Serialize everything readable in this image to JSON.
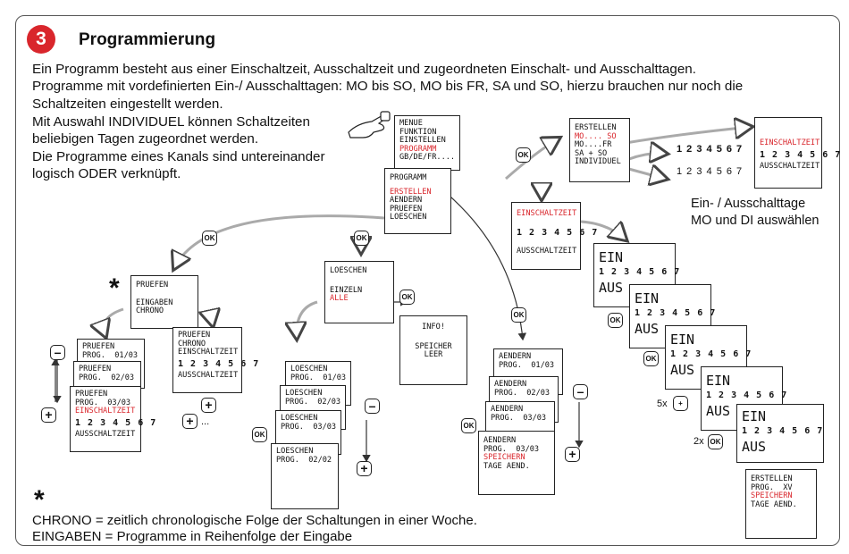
{
  "step_number": "3",
  "title": "Programmierung",
  "intro_lines": [
    "Ein Programm besteht aus einer Einschaltzeit, Ausschaltzeit und zugeordneten Einschalt- und Ausschalttagen.",
    "Programme mit vordefinierten Ein-/ Ausschalttagen: MO bis SO, MO bis FR, SA und SO, hierzu brauchen nur noch die",
    "Schaltzeiten eingestellt werden."
  ],
  "side_lines": [
    "Mit Auswahl INDIVIDUEL können Schaltzeiten",
    "beliebigen Tagen zugeordnet werden.",
    "Die Programme eines Kanals sind untereinander",
    "logisch ODER verknüpft."
  ],
  "menu": {
    "l1": "MENUE",
    "l2": "FUNKTION",
    "l3": "EINSTELLEN",
    "l4": "PROGRAMM",
    "l5": "GB/DE/FR...."
  },
  "programm": {
    "title": "PROGRAMM",
    "l1": "ERSTELLEN",
    "l2": "AENDERN",
    "l3": "PRUEFEN",
    "l4": "LOESCHEN"
  },
  "erstellen": {
    "title": "ERSTELLEN",
    "l1": "MO.... SO",
    "l2": "MO....FR",
    "l3": "SA + SO",
    "l4": "INDIVIDUEL"
  },
  "days": "1 2 3 4 5 6 7",
  "einschaltzeit": "EINSCHALTZEIT",
  "ausschaltzeit": "AUSSCHALTZEIT",
  "ein": "EIN",
  "aus": "AUS",
  "ok": "OK",
  "plus": "+",
  "minus": "–",
  "dots": "...",
  "x5": "5x",
  "x2": "2x",
  "days_caption": [
    "Ein- / Ausschalttage",
    "MO und DI auswählen"
  ],
  "pruefen": {
    "title": "PRUEFEN",
    "l1": "EINGABEN",
    "l2": "CHRONO"
  },
  "pruefen_stack": [
    {
      "l1": "PRUEFEN",
      "l2": "PROG.  01/03"
    },
    {
      "l1": "PRUEFEN",
      "l2": "PROG.  02/03"
    },
    {
      "l1": "PRUEFEN",
      "l2": "PROG.  03/03"
    }
  ],
  "chrono": {
    "l1": "PRUEFEN",
    "l2": "CHRONO"
  },
  "loeschen": {
    "title": "LOESCHEN",
    "l1": "EINZELN",
    "l2": "ALLE"
  },
  "info": {
    "l1": "INFO!",
    "l2": "SPEICHER",
    "l3": "LEER"
  },
  "loeschen_stack": [
    {
      "l1": "LOESCHEN",
      "l2": "PROG.  01/03"
    },
    {
      "l1": "LOESCHEN",
      "l2": "PROG.  02/03"
    },
    {
      "l1": "LOESCHEN",
      "l2": "PROG.  03/03"
    },
    {
      "l1": "LOESCHEN",
      "l2": "PROG.  02/02"
    }
  ],
  "aendern_stack": [
    {
      "l1": "AENDERN",
      "l2": "PROG.  01/03"
    },
    {
      "l1": "AENDERN",
      "l2": "PROG.  02/03"
    },
    {
      "l1": "AENDERN",
      "l2": "PROG.  03/03"
    }
  ],
  "aendern_final": {
    "l1": "AENDERN",
    "l2": "PROG.  03/03",
    "l3": "SPEICHERN",
    "l4": "TAGE AEND."
  },
  "erstellen_final": {
    "l1": "ERSTELLEN",
    "l2": "PROG.  XV",
    "l3": "SPEICHERN",
    "l4": "TAGE AEND."
  },
  "asterisk": "*",
  "footer": [
    "CHRONO = zeitlich chronologische Folge der Schaltungen in einer Woche.",
    "EINGABEN = Programme in Reihenfolge der Eingabe"
  ],
  "colors": {
    "accent": "#d9262c",
    "arrow": "#bbbbbb"
  }
}
